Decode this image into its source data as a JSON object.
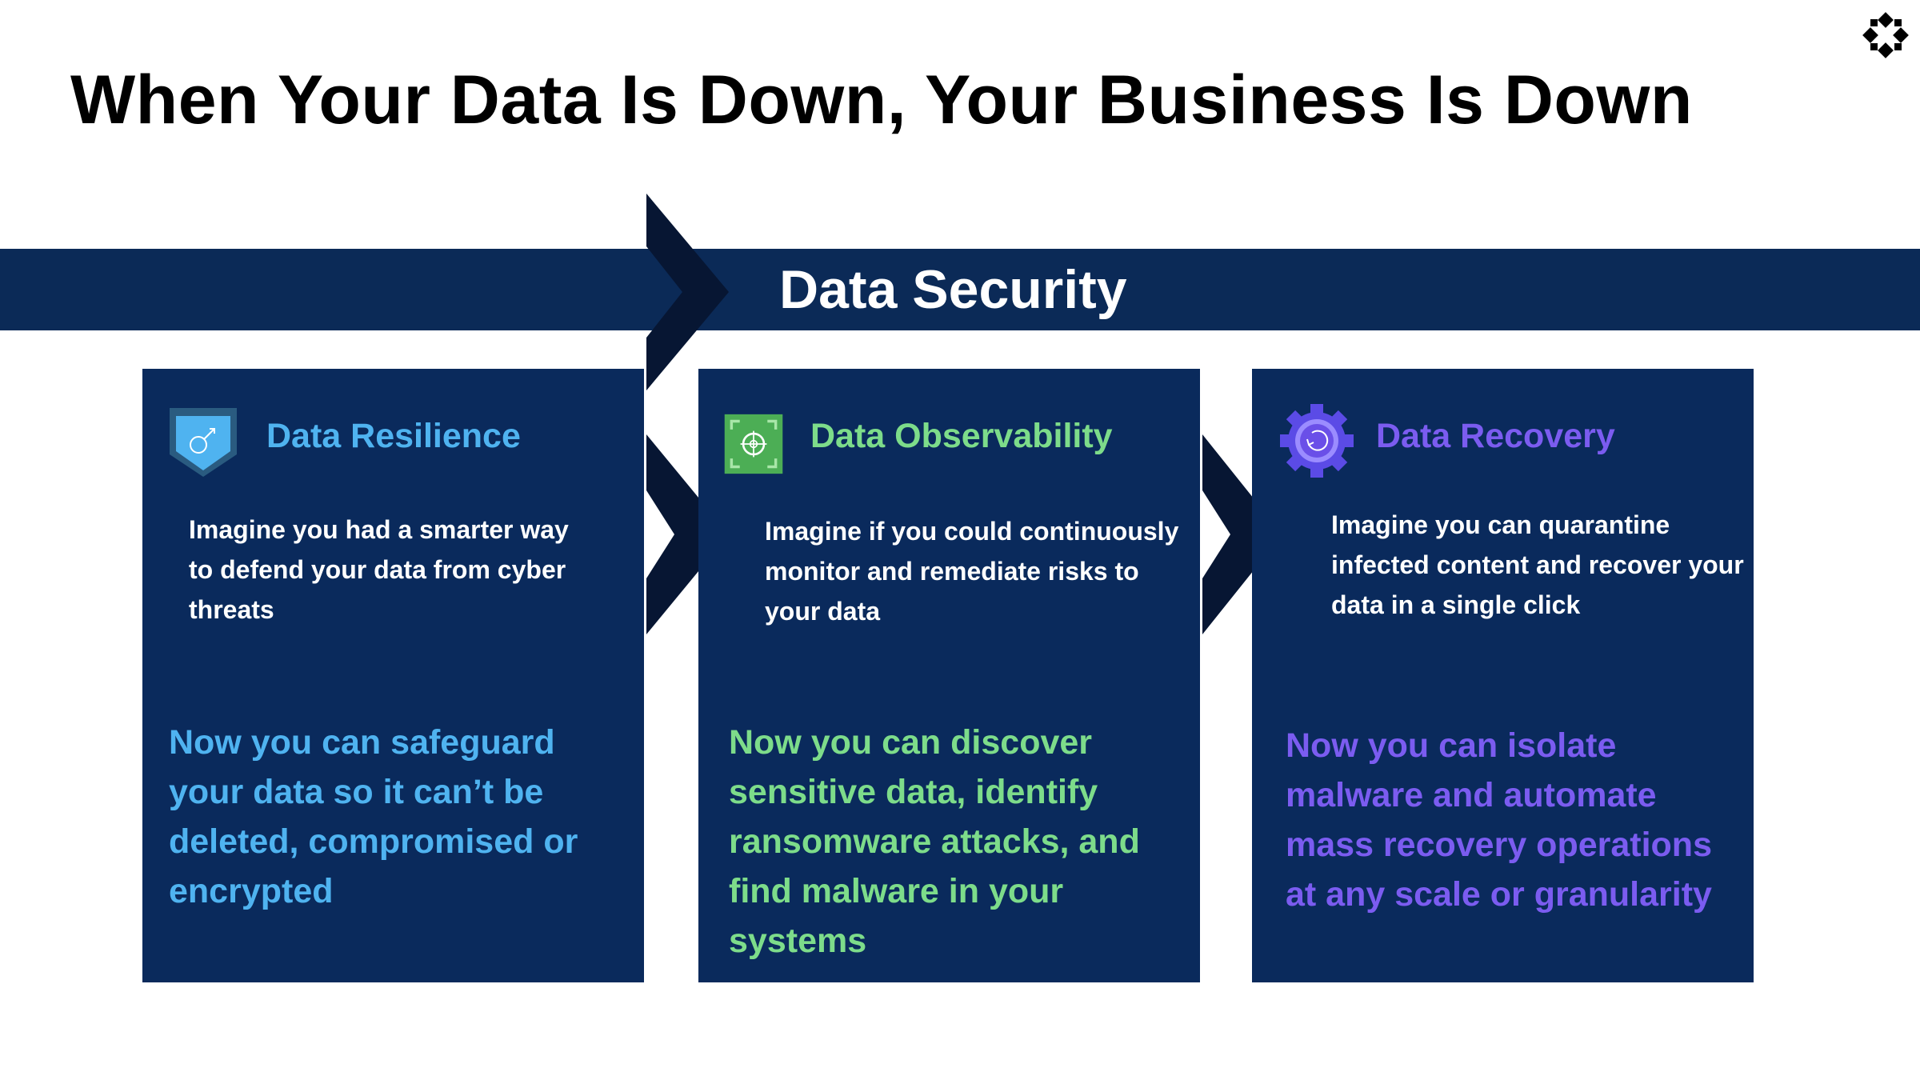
{
  "title": "When Your Data Is Down, Your Business Is Down",
  "band": {
    "title": "Data Security"
  },
  "colors": {
    "navy": "#0a2a5c",
    "band": "#0b2a57",
    "blue": "#4fb3f0",
    "green": "#7ddc8a",
    "purple": "#7b5cf0"
  },
  "cards": [
    {
      "icon": "shield-key-icon",
      "heading": "Data Resilience",
      "body": "Imagine you had a smarter way to defend your data from cyber threats",
      "now": "Now you can safeguard your data so it can’t be deleted, compromised or encrypted"
    },
    {
      "icon": "target-scan-icon",
      "heading": "Data Observability",
      "body": "Imagine if you could continuously monitor and remediate risks to your data",
      "now": "Now you can discover sensitive data, identify ransomware attacks, and find malware in your systems"
    },
    {
      "icon": "gear-recovery-icon",
      "heading": "Data Recovery",
      "body": "Imagine you can quarantine infected content and recover your data in a single click",
      "now": "Now you can isolate malware and automate mass recovery operations at any scale or granularity"
    }
  ]
}
